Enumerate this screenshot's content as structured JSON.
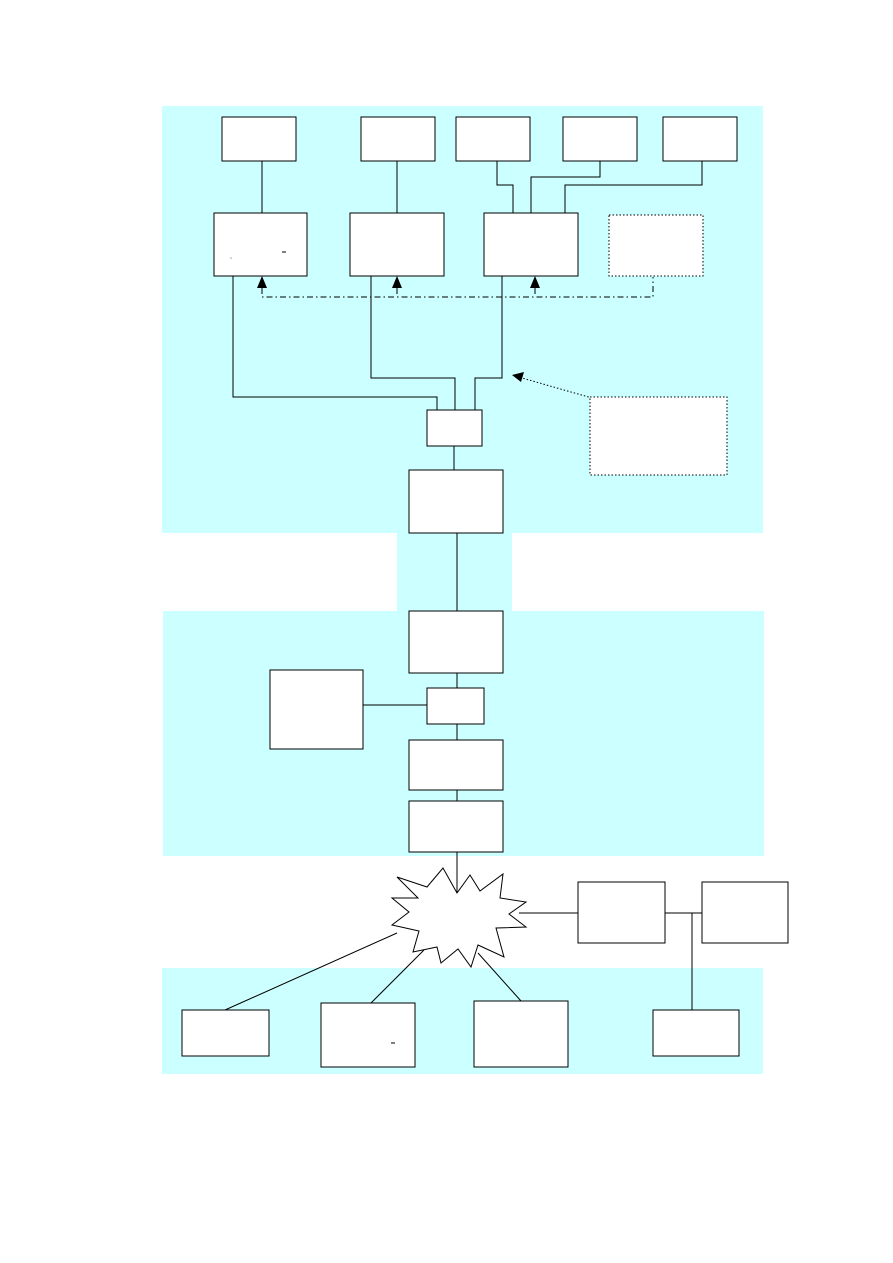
{
  "colors": {
    "zone_fill": "#ccffff",
    "box_stroke": "#000000",
    "box_fill": "#ffffff"
  },
  "zones": [
    "top-zone",
    "bridge-zone",
    "middle-zone",
    "bottom-zone"
  ],
  "boxes": [
    "top-row-box-1",
    "top-row-box-2",
    "top-row-box-3",
    "top-row-box-4",
    "top-row-box-5",
    "second-row-box-1",
    "second-row-box-2",
    "second-row-box-3",
    "second-row-box-dotted",
    "hub-box",
    "annotation-box-dotted",
    "upper-gateway-box",
    "lower-gateway-box",
    "side-box",
    "switch-box",
    "middle-box-1",
    "middle-box-2",
    "right-box-1",
    "right-box-2",
    "bottom-box-1",
    "bottom-box-2",
    "bottom-box-3",
    "bottom-box-4"
  ],
  "symbols": [
    "network-cloud-icon"
  ]
}
